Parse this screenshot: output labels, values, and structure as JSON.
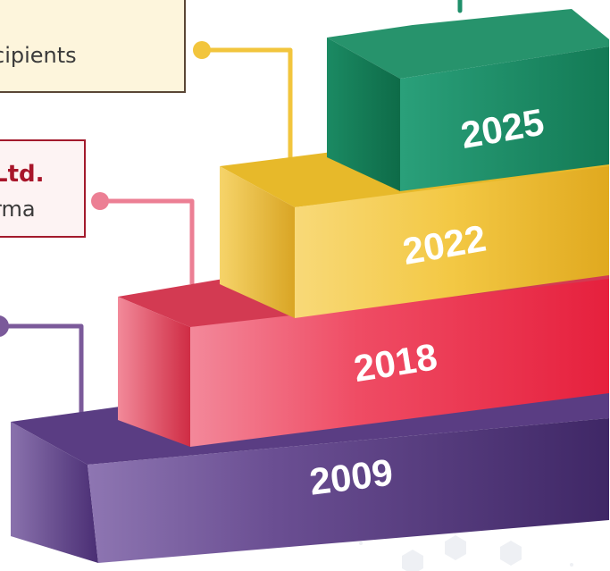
{
  "callouts": {
    "c2025": {
      "text": "cipients"
    },
    "c2022": {
      "title": "Ltd.",
      "text": "rma"
    }
  },
  "steps": [
    {
      "year": "2009",
      "color": "#4f2f78"
    },
    {
      "year": "2018",
      "color": "#ef3b56"
    },
    {
      "year": "2022",
      "color": "#f2c53d"
    },
    {
      "year": "2025",
      "color": "#1f8f6a"
    }
  ],
  "connector_colors": {
    "c2009": "#7b5a9a",
    "c2018": "#ec7f94",
    "c2022": "#f2c53d",
    "c2025": "#1f8f6a"
  }
}
